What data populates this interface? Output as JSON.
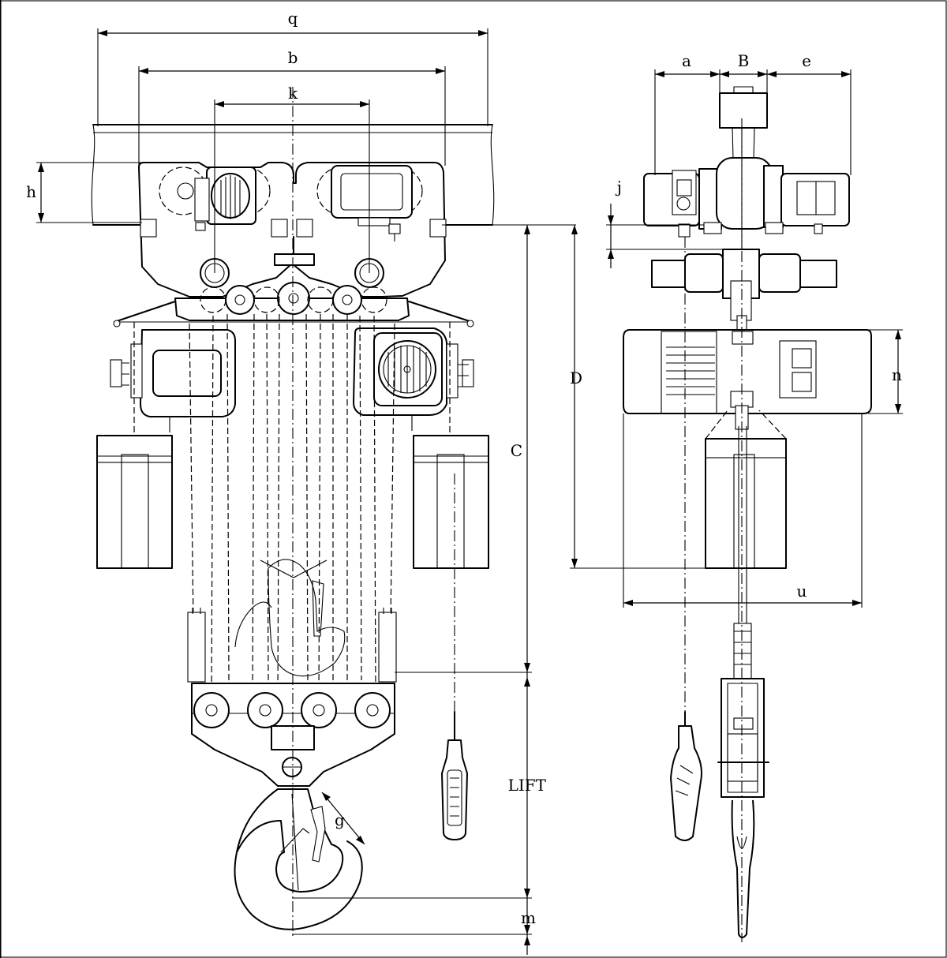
{
  "labels": {
    "q": "q",
    "b": "b",
    "k": "k",
    "h": "h",
    "a": "a",
    "B": "B",
    "e": "e",
    "j": "j",
    "n": "n",
    "D": "D",
    "C": "C",
    "u": "u",
    "g": "g",
    "lift": "LIFT",
    "m": "m"
  }
}
